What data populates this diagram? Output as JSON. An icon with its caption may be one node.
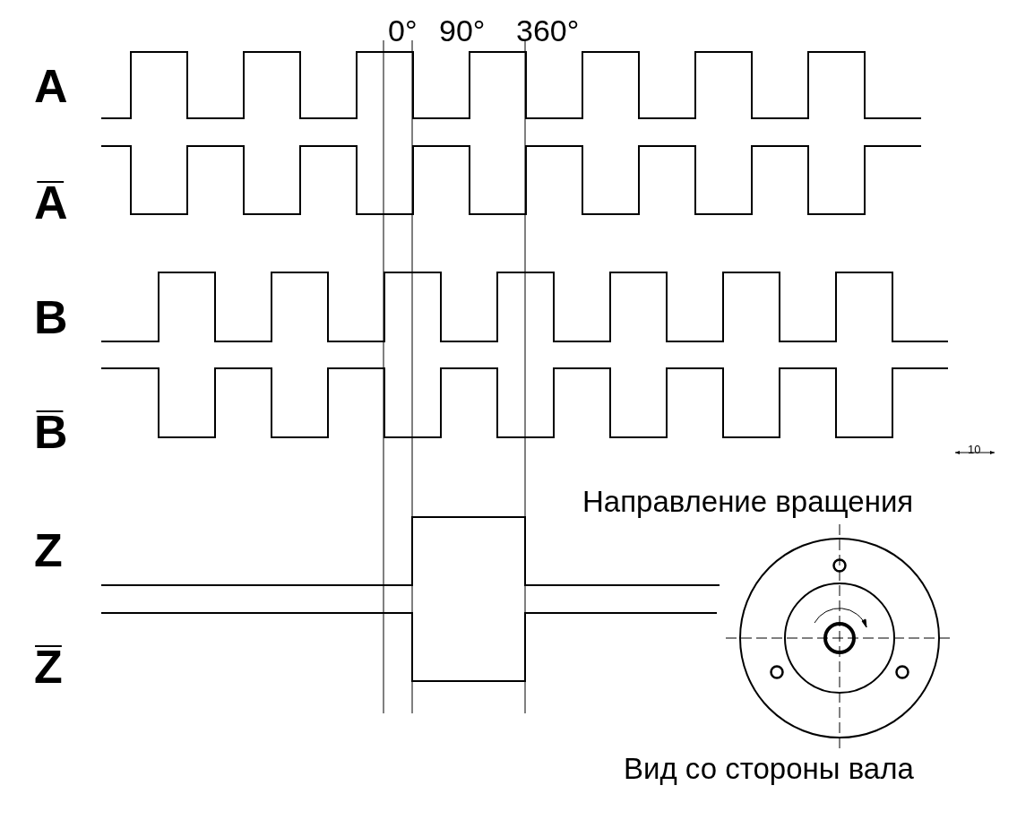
{
  "diagram": {
    "labels": [
      "0°",
      "90°",
      "360°",
      "A",
      "A̅",
      "B",
      "B̅",
      "Z",
      "Z̅",
      "10",
      "Направление вращения",
      "Вид со стороны вала"
    ]
  }
}
